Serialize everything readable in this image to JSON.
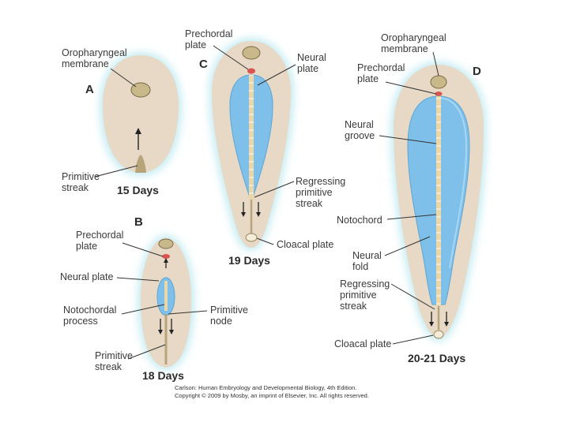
{
  "colors": {
    "embryo_fill": "#e7d9c6",
    "embryo_glow": "#c6ecf2",
    "neural_plate": "#7fc0ea",
    "notochord": "#ead6a6",
    "membrane": "#c9b98a",
    "prechordal": "#d9534f"
  },
  "panels": {
    "a": {
      "letter": "A",
      "days": "15 Days",
      "oropharyngeal_membrane": [
        "Oropharyngeal",
        "membrane"
      ],
      "primitive_streak": [
        "Primitive",
        "streak"
      ]
    },
    "b": {
      "letter": "B",
      "days": "18 Days",
      "prechordal_plate": [
        "Prechordal",
        "plate"
      ],
      "neural_plate": "Neural plate",
      "notochordal_process": [
        "Notochordal",
        "process"
      ],
      "primitive_node": [
        "Primitive",
        "node"
      ],
      "primitive_streak": [
        "Primitive",
        "streak"
      ]
    },
    "c": {
      "letter": "C",
      "days": "19 Days",
      "prechordal_plate": [
        "Prechordal",
        "plate"
      ],
      "neural_plate": [
        "Neural",
        "plate"
      ],
      "regressing_streak": [
        "Regressing",
        "primitive",
        "streak"
      ],
      "cloacal_plate": "Cloacal plate"
    },
    "d": {
      "letter": "D",
      "days": "20-21 Days",
      "oropharyngeal_membrane": [
        "Oropharyngeal",
        "membrane"
      ],
      "prechordal_plate": [
        "Prechordal",
        "plate"
      ],
      "neural_groove": [
        "Neural",
        "groove"
      ],
      "notochord": "Notochord",
      "neural_fold": [
        "Neural",
        "fold"
      ],
      "regressing_streak": [
        "Regressing",
        "primitive",
        "streak"
      ],
      "cloacal_plate": "Cloacal plate"
    }
  },
  "credit": [
    "Carlson: Human Embryology and Developmental Biology, 4th Edition.",
    "Copyright © 2009 by Mosby, an imprint of Elsevier, Inc. All rights reserved."
  ]
}
